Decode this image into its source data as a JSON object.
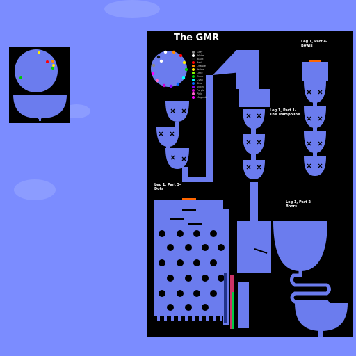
{
  "title": "The GMR",
  "labels": {
    "leg1_part1": "Leg 1, Part 1-\nThe Trampoline",
    "leg1_part2": "Leg 1, Part 2-\nBoors",
    "leg1_part3": "Leg 1, Part 3-\nDots",
    "leg1_part4": "Leg 1, Part 4-\nBowls"
  },
  "legend": [
    {
      "name": "Grey",
      "color": "#888888"
    },
    {
      "name": "White",
      "color": "#ffffff"
    },
    {
      "name": "Black",
      "color": "#111111"
    },
    {
      "name": "Red",
      "color": "#ff0000"
    },
    {
      "name": "Orange",
      "color": "#ff8800"
    },
    {
      "name": "Yellow",
      "color": "#ffee00"
    },
    {
      "name": "Lime",
      "color": "#88ff00"
    },
    {
      "name": "Green",
      "color": "#00cc00"
    },
    {
      "name": "Cyan",
      "color": "#00ffff"
    },
    {
      "name": "Blue",
      "color": "#0066ff"
    },
    {
      "name": "Violet",
      "color": "#8800ff"
    },
    {
      "name": "Purple",
      "color": "#cc00cc"
    },
    {
      "name": "Pink",
      "color": "#ff66cc"
    },
    {
      "name": "Magenta",
      "color": "#ff00ff"
    }
  ],
  "colors": {
    "sky": "#7b8cff",
    "panel": "#000000",
    "track": "#6b7cee",
    "marble_x": "#000000"
  }
}
